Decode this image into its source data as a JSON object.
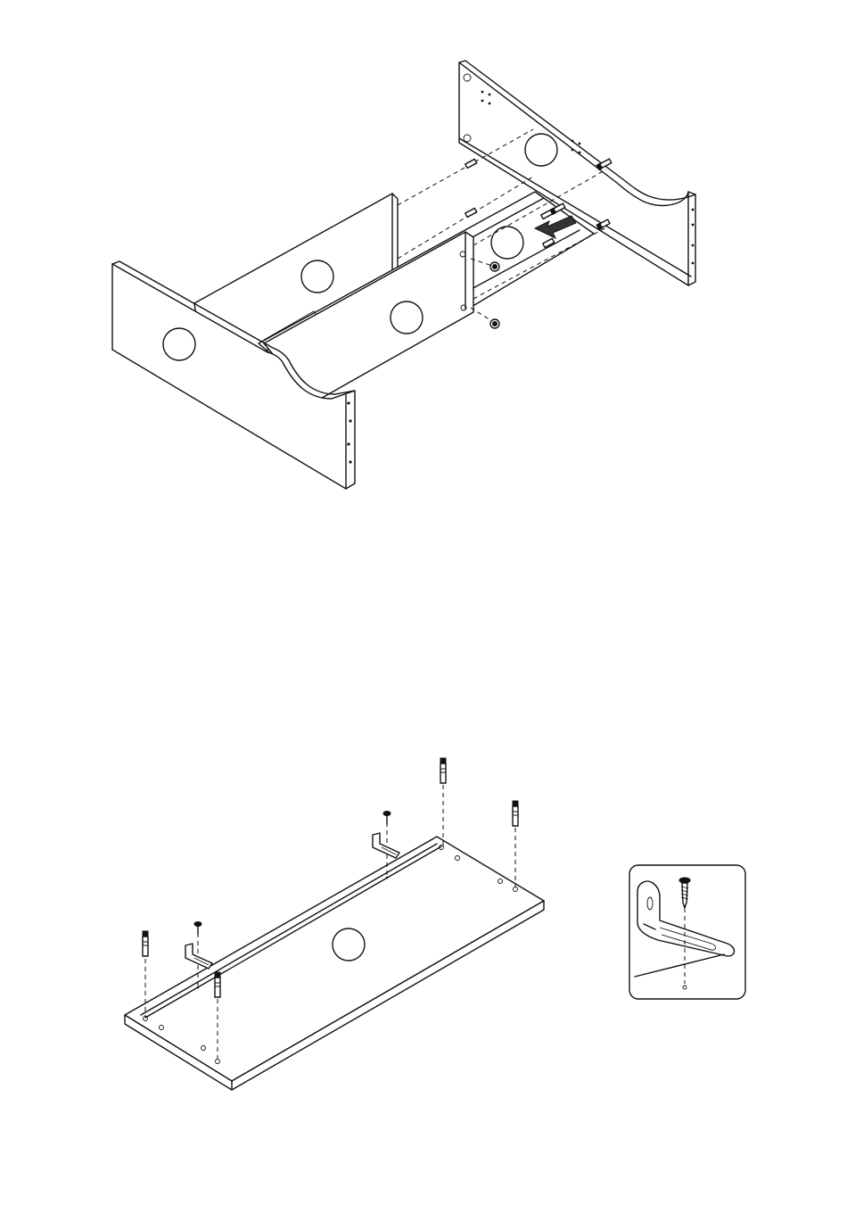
{
  "colors": {
    "line": "#111111",
    "background": "#ffffff",
    "arrow": "#333333"
  },
  "figures": {
    "top": {
      "name": "frame-assembly-exploded-view",
      "part_label_circles": 6
    },
    "bottom": {
      "name": "base-panel-hardware-view",
      "part_label_circles": 1
    },
    "detail": {
      "name": "angle-bracket-detail"
    }
  },
  "icons": [
    "direction-arrow-icon",
    "cam-bolt-icon",
    "cam-lock-icon",
    "wood-screw-icon",
    "angle-bracket-icon"
  ]
}
